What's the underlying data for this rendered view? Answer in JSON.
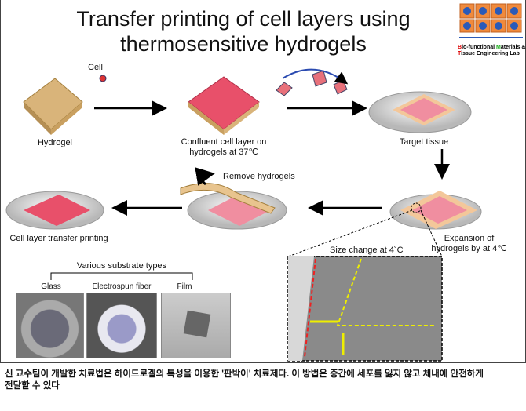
{
  "title": [
    "Transfer printing of cell layers using",
    "thermosensitive hydrogels"
  ],
  "logo": {
    "line1_parts": [
      "B",
      "io-functional ",
      "M",
      "aterials &"
    ],
    "line2_parts": [
      "T",
      "issue Engineering Lab"
    ]
  },
  "steps": {
    "cell": "Cell",
    "hydrogel": "Hydrogel",
    "confluent": [
      "Confluent  cell layer on",
      "hydrogels at 37℃"
    ],
    "target": "Target tissue",
    "expansion": [
      "Expansion of",
      "hydrogels by at 4℃"
    ],
    "remove": "Remove hydrogels",
    "transfer": "Cell layer transfer printing",
    "size_change": "Size change at 4˚C"
  },
  "substrates": {
    "heading": "Various substrate types",
    "items": [
      "Glass",
      "Electrospun fiber",
      "Film"
    ]
  },
  "caption": [
    "신 교수팀이 개발한 치료법은 하이드로겔의 특성을 이용한 '판박이' 치료제다. 이 방법은 중간에 세포를 잃지 않고 체내에 안전하게",
    "전달할 수 있다"
  ]
}
